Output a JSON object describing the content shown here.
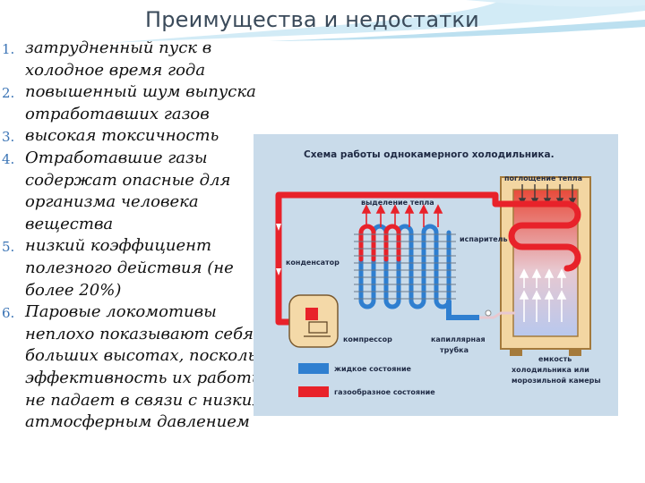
{
  "slide": {
    "title": "Преимущества и недостатки",
    "items": [
      {
        "num": "1.",
        "text": "затрудненный пуск в холодное время года"
      },
      {
        "num": "2.",
        "text": "повышенный шум выпуска отработавших газов"
      },
      {
        "num": "3.",
        "text": "высокая токсичность"
      },
      {
        "num": "4.",
        "text": "Отработавшие газы содержат опасные для организма человека вещества"
      },
      {
        "num": "5.",
        "text": "низкий коэффициент полезного действия (не более 20%)"
      },
      {
        "num": "6.",
        "text": "Паровые локомотивы неплохо показывают себя на больших высотах, поскольку эффективность их работы не падает в связи с низким атмосферным давлением"
      }
    ]
  },
  "diagram": {
    "title": "Схема работы однокамерного холодильника.",
    "labels": {
      "heat_absorption": "поглощение тепла",
      "heat_release": "выделение тепла",
      "evaporator": "испаритель",
      "condenser": "конденсатор",
      "compressor": "компрессор",
      "capillary": "капиллярная",
      "capillary2": "трубка",
      "vessel": "емкость",
      "fridge_or_freezer": "холодильника или",
      "freezer_chamber": "морозильной камеры"
    },
    "legend": [
      {
        "label": "жидкое состояние",
        "color": "#2f7fd0"
      },
      {
        "label": "газообразное состояние",
        "color": "#e8222a"
      }
    ],
    "colors": {
      "panel": "#c9dbea",
      "pipe_hot": "#e8222a",
      "pipe_cold": "#2f7fd0",
      "cabinet": "#f3d6a2"
    }
  }
}
